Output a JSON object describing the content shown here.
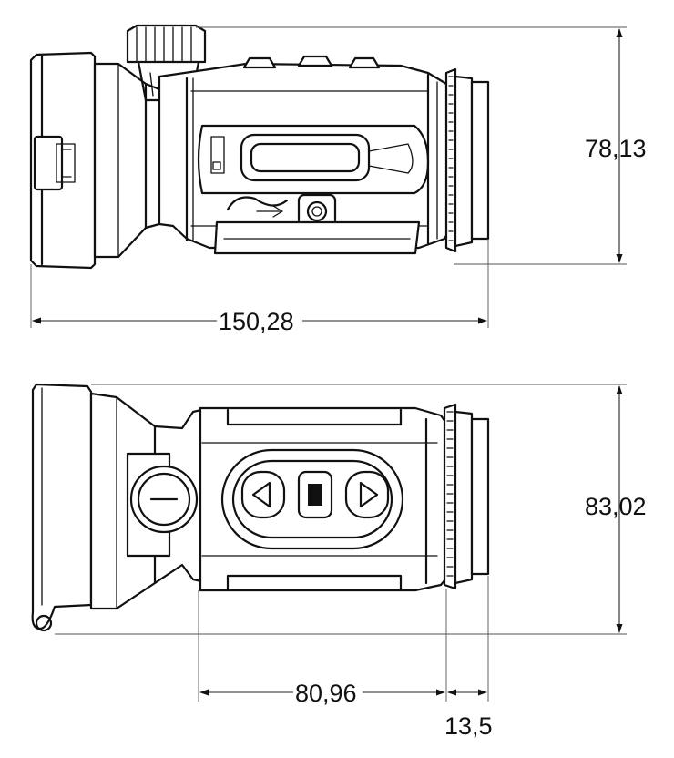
{
  "dimensions": {
    "side_height": "78,13",
    "side_length": "150,28",
    "top_width": "83,02",
    "body_length": "80,96",
    "eyepiece_length": "13,5"
  },
  "colors": {
    "line": "#111111",
    "background": "#ffffff"
  },
  "views": [
    "side-view",
    "top-view"
  ]
}
